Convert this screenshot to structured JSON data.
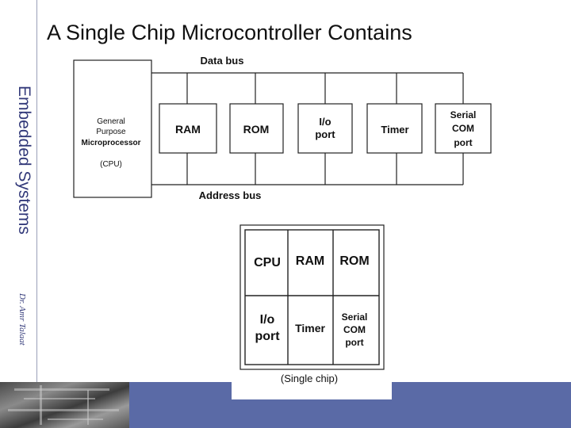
{
  "slide": {
    "title": "A Single Chip Microcontroller Contains",
    "side_title": "Embedded Systems",
    "author": "Dr. Amr Talaat"
  },
  "diagram_top": {
    "data_bus": "Data bus",
    "address_bus": "Address bus",
    "cpu": {
      "line1": "General",
      "line2": "Purpose",
      "line3": "Microprocessor",
      "line4": "(CPU)"
    },
    "ram": "RAM",
    "rom": "ROM",
    "io": {
      "line1": "I/o",
      "line2": "port"
    },
    "timer": "Timer",
    "serial": {
      "line1": "Serial",
      "line2": "COM",
      "line3": "port"
    }
  },
  "diagram_bottom": {
    "cpu": "CPU",
    "ram": "RAM",
    "rom": "ROM",
    "io": {
      "line1": "I/o",
      "line2": "port"
    },
    "timer": "Timer",
    "serial": {
      "line1": "Serial",
      "line2": "COM",
      "line3": "port"
    },
    "caption": "(Single chip)"
  },
  "colors": {
    "accent": "#333a7a",
    "footer": "#5a6aa6"
  }
}
